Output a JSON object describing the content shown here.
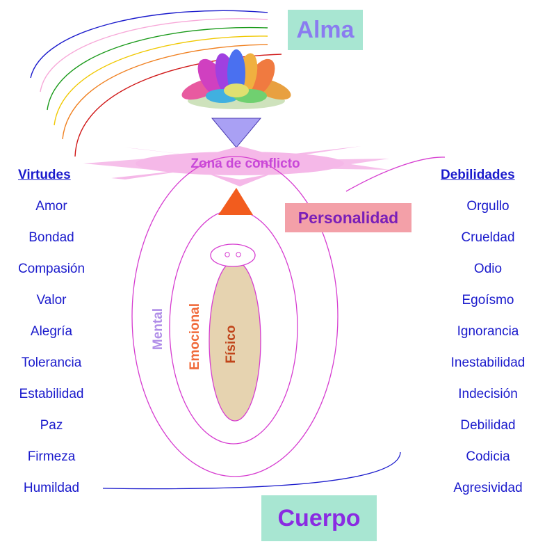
{
  "alma": {
    "label": "Alma",
    "color": "#8a7cf0",
    "bg": "#a8e6d2"
  },
  "cuerpo": {
    "label": "Cuerpo",
    "color": "#8a2be2",
    "bg": "#a8e6d2"
  },
  "personalidad": {
    "label": "Personalidad",
    "color": "#7a1fb8",
    "bg": "#f3a0a8"
  },
  "zona": {
    "label": "Zona de conflicto",
    "color": "#c848d8",
    "bg": "#f5b8e8"
  },
  "layers": {
    "mental": {
      "label": "Mental",
      "color": "#b08ee8"
    },
    "emocional": {
      "label": "Emocional",
      "color": "#f06a3a"
    },
    "fisico": {
      "label": "Físico",
      "color": "#c0441a",
      "fill": "#e6d3b0"
    }
  },
  "virtudes": {
    "heading": "Virtudes",
    "items": [
      "Amor",
      "Bondad",
      "Compasión",
      "Valor",
      "Alegría",
      "Tolerancia",
      "Estabilidad",
      "Paz",
      "Firmeza",
      "Humildad"
    ]
  },
  "debilidades": {
    "heading": "Debilidades",
    "items": [
      "Orgullo",
      "Crueldad",
      "Odio",
      "Egoísmo",
      "Ignorancia",
      "Inestabilidad",
      "Indecisión",
      "Debilidad",
      "Codicia",
      "Agresividad"
    ]
  },
  "colors": {
    "ellipse_stroke": "#d63cd0",
    "triangle_down": "#a9a0f4",
    "triangle_up": "#f25c1e",
    "list_text": "#1a1acc",
    "arcs": [
      "#1a1acc",
      "#f7a8d8",
      "#1a9a1a",
      "#f0c800",
      "#f08020",
      "#d01818"
    ]
  }
}
